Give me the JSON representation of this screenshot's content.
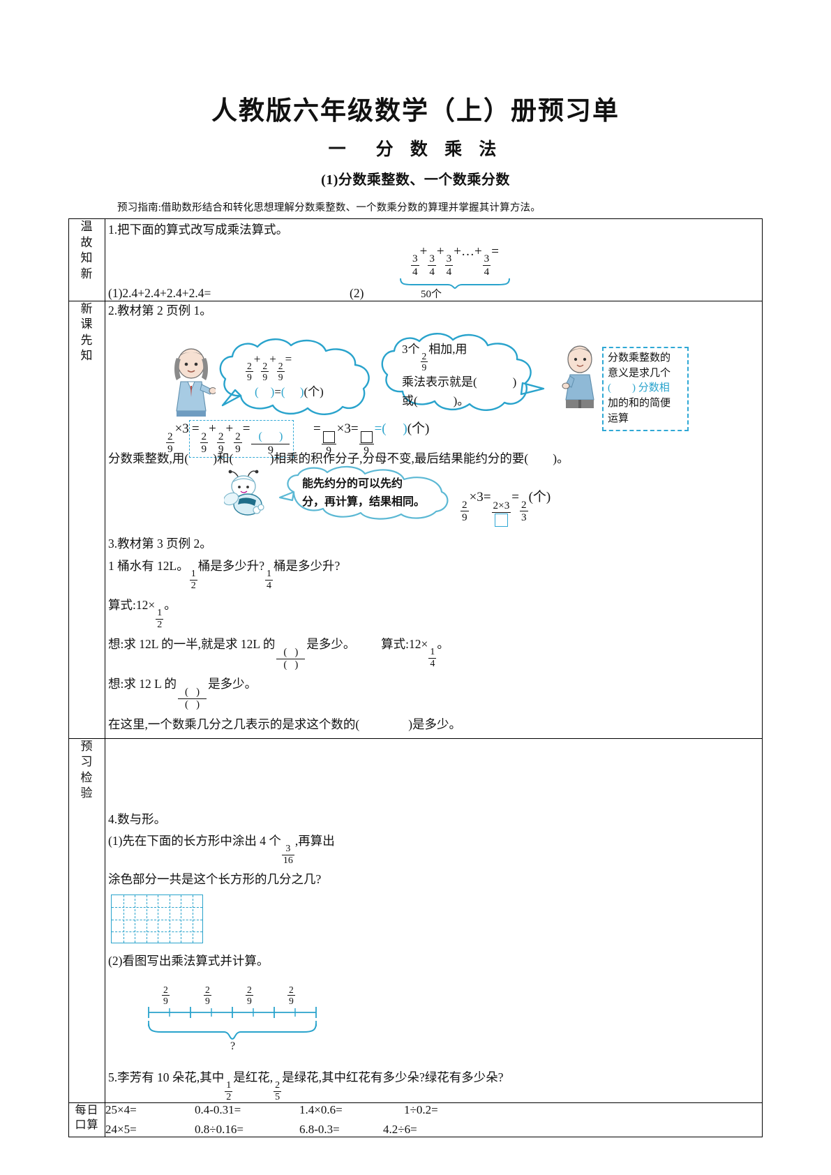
{
  "document": {
    "title": "人教版六年级数学（上）册预习单",
    "unit": "一　分 数 乘 法",
    "lesson": "(1)分数乘整数、一个数乘分数",
    "guide": "预习指南:借助数形结合和转化思想理解分数乘整数、一个数乘分数的算理并掌握其计算方法。"
  },
  "row_labels": {
    "review": "温故知新",
    "newlesson": "新课先知",
    "check": "预习检验",
    "daily": "每日口算"
  },
  "section1": {
    "q1": "1.把下面的算式改写成乘法算式。",
    "expr_fraction_num": "3",
    "expr_fraction_den": "4",
    "expr_dots": "…",
    "expr_equals": "=",
    "brace_label": "50个",
    "item1_marker": "(1)",
    "item1_text": "2.4+2.4+2.4+2.4=",
    "item2_marker": "(2)"
  },
  "section2": {
    "q2": "2.教材第 2 页例 1。",
    "bubble1_line1_pre": "",
    "bubble1_num": "2",
    "bubble1_den": "9",
    "bubble1_line2": "=(　　　)(个)",
    "bubble2_line1_a": "3个",
    "bubble2_num": "2",
    "bubble2_den": "9",
    "bubble2_line1_b": "相加,用",
    "bubble2_line2": "乘法表示就是(　　　)",
    "bubble2_line3": "或(　　　)。",
    "dashbox_text": "分数乘整数的意义是求几个(　　)分数相加的和的简便运算",
    "dashbox_lines": [
      "分数乘整数的",
      "意义是求几个",
      "(　　) 分数相",
      "加的和的简便",
      "运算"
    ],
    "eq_left_num": "2",
    "eq_left_den": "9",
    "eq_times": "×3",
    "eq_blank_den": "9",
    "eq_box_den": "9",
    "eq_tail": "=(　　　)(个)",
    "rule_text": "分数乘整数,用(　　)和(　　　)相乘的积作分子,分母不变,最后结果能约分的要(　　)。",
    "bee_line1": "能先约分的可以先约",
    "bee_line2": "分，再计算，结果相同。",
    "bee_eq_num": "2",
    "bee_eq_den": "9",
    "bee_eq_mid_top": "2×3",
    "bee_eq_result_num": "2",
    "bee_eq_result_den": "3",
    "bee_eq_unit": "(个)"
  },
  "section3": {
    "q3": "3.教材第 3 页例 2。",
    "line1_a": "1 桶水有 12L。",
    "line1_f1_n": "1",
    "line1_f1_d": "2",
    "line1_b": "桶是多少升?",
    "line1_f2_n": "1",
    "line1_f2_d": "4",
    "line1_c": "桶是多少升?",
    "line2_a": "算式:12×",
    "line2_f_n": "1",
    "line2_f_d": "2",
    "line2_b": "。",
    "line3_a": "想:求 12L 的一半,就是求 12L 的",
    "line3_b": "是多少。",
    "line3_c": "算式:12×",
    "line3_f_n": "1",
    "line3_f_d": "4",
    "line3_d": "。",
    "line4_a": "想:求 12 L 的",
    "line4_b": "是多少。",
    "line5": "在这里,一个数乘几分之几表示的是求这个数的(　　　　)是多少。"
  },
  "section4": {
    "q4": "4.数与形。",
    "q4_1_a": "(1)先在下面的长方形中涂出 4 个",
    "q4_1_f_n": "3",
    "q4_1_f_d": "16",
    "q4_1_b": ",再算出",
    "q4_1_c": "涂色部分一共是这个长方形的几分之几?",
    "q4_2": "(2)看图写出乘法算式并计算。",
    "ninth_num": "2",
    "ninth_den": "9",
    "ninth_count": 4,
    "question_mark": "?",
    "q5": "5.李芳有 10 朵花,其中",
    "q5_f1_n": "1",
    "q5_f1_d": "2",
    "q5_b": "是红花,",
    "q5_f2_n": "2",
    "q5_f2_d": "5",
    "q5_c": "是绿花,其中红花有多少朵?绿花有多少朵?"
  },
  "daily": {
    "row1": [
      "25×4=",
      "0.4-0.31=",
      "1.4×0.6=",
      "1÷0.2="
    ],
    "row2": [
      "24×5=",
      "0.8÷0.16=",
      "6.8-0.3=",
      "4.2÷6="
    ]
  },
  "colors": {
    "accent_blue": "#29a3cc",
    "dash_blue": "#2fa8d5",
    "ink": "#111111"
  }
}
